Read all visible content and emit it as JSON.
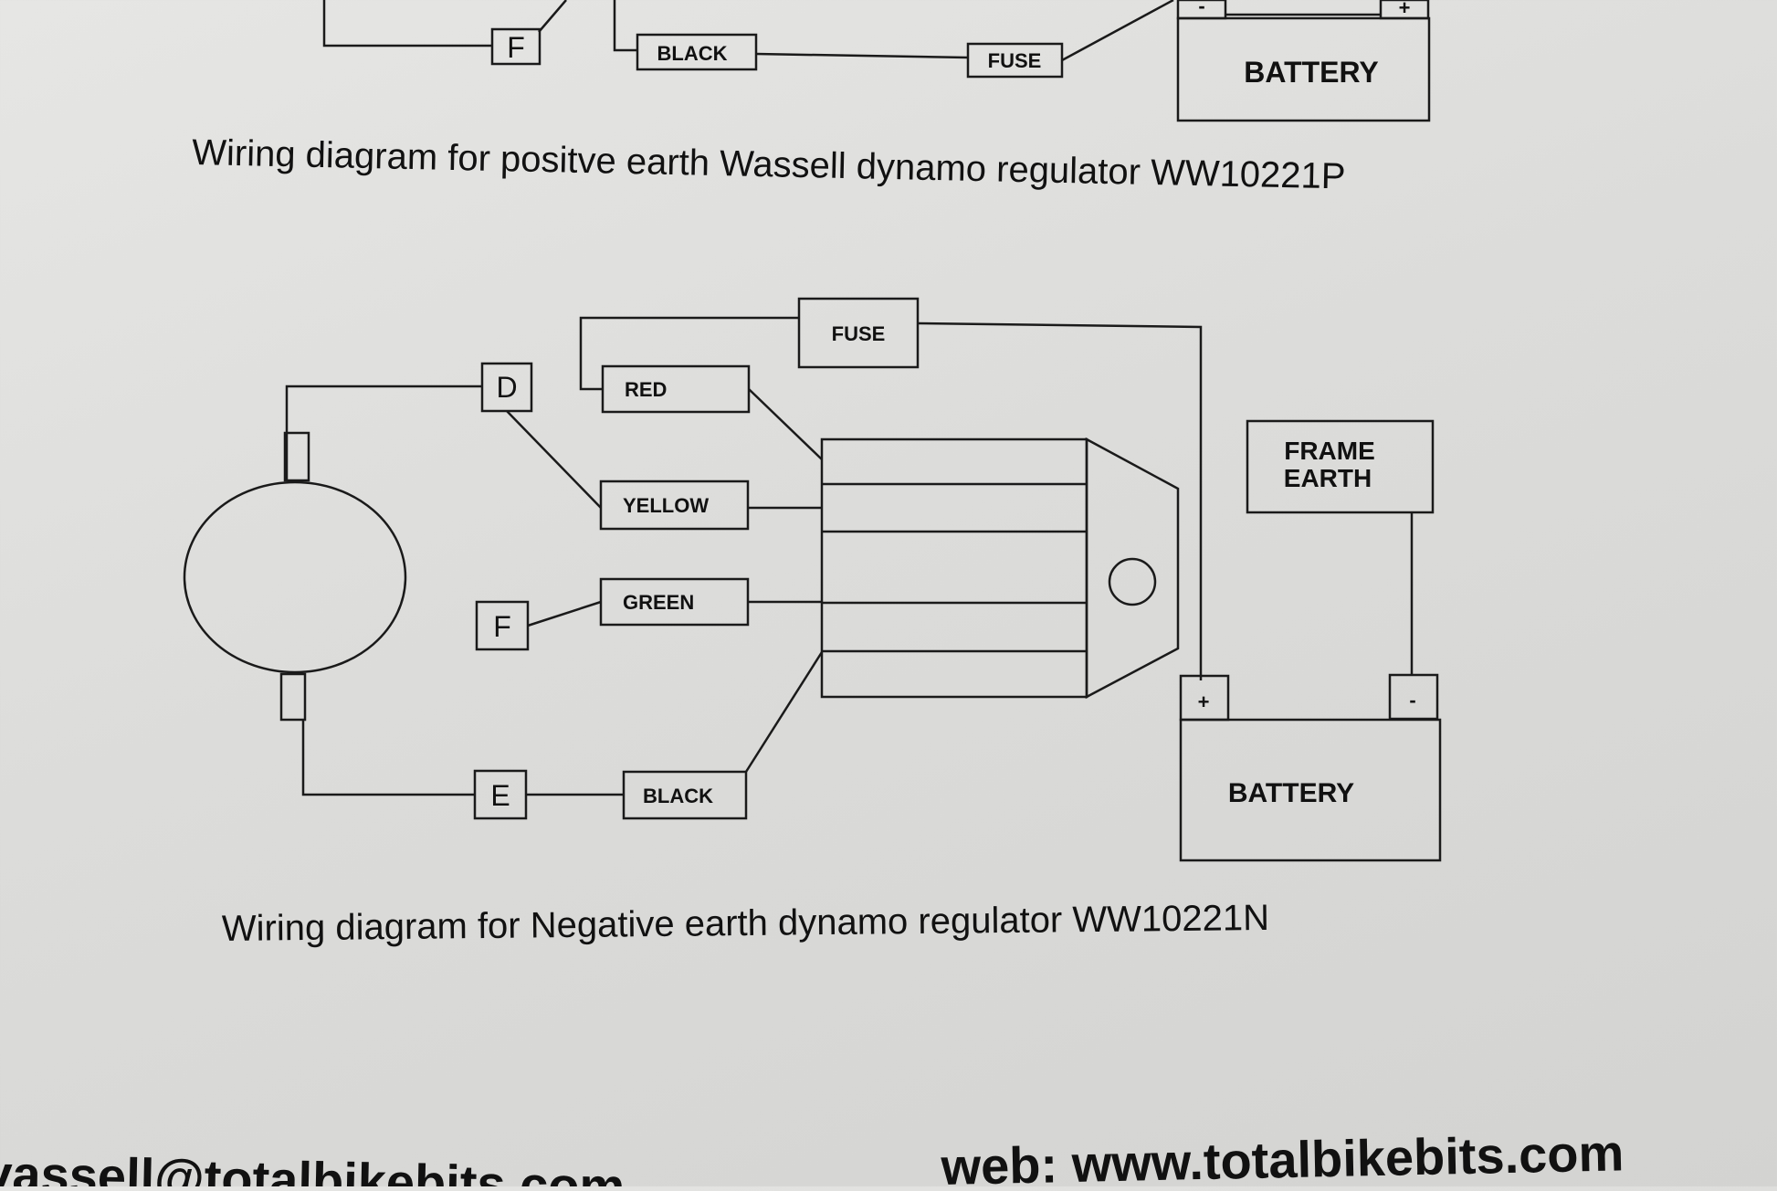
{
  "top": {
    "terminal_f": "F",
    "black": "BLACK",
    "fuse": "FUSE",
    "battery": "BATTERY",
    "minus": "-",
    "plus": "+",
    "caption": "Wiring diagram for positve earth Wassell dynamo regulator WW10221P"
  },
  "bottom": {
    "fuse": "FUSE",
    "terminal_d": "D",
    "red": "RED",
    "yellow": "YELLOW",
    "terminal_f": "F",
    "green": "GREEN",
    "terminal_e": "E",
    "black": "BLACK",
    "frame_earth_1": "FRAME",
    "frame_earth_2": "EARTH",
    "plus": "+",
    "minus": "-",
    "battery": "BATTERY",
    "caption": "Wiring diagram for Negative earth dynamo regulator WW10221N"
  },
  "footer": {
    "email": "vassell@totalbikebits.com",
    "web": "web: www.totalbikebits.com"
  }
}
